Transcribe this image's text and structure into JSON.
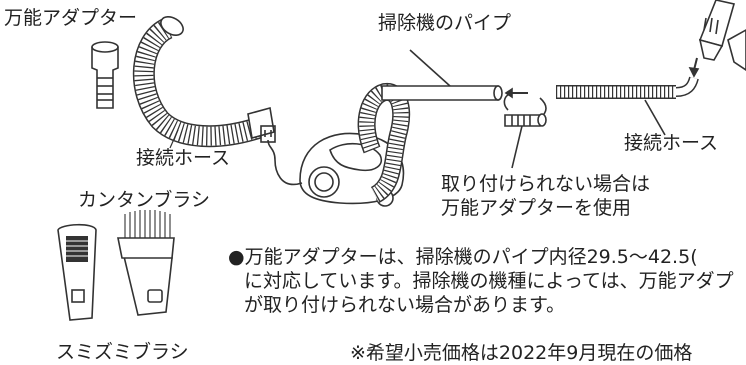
{
  "labels": {
    "universal_adapter": "万能アダプター",
    "hose_left": "接続ホース",
    "vacuum_pipe": "掃除機のパイプ",
    "hose_right": "接続ホース",
    "if_cannot_attach_line1": "取り付けられない場合は",
    "if_cannot_attach_line2": "万能アダプターを使用",
    "kantan_brush": "カンタンブラシ",
    "sumizumi_brush": "スミズミブラシ"
  },
  "notes": {
    "compat_line1": "●万能アダプターは、掃除機のパイプ内径29.5〜42.5(",
    "compat_line2": "に対応しています。掃除機の機種によっては、万能アダプ",
    "compat_line3": "が取り付けられない場合があります。",
    "price_note": "※希望小売価格は2022年9月現在の価格"
  },
  "colors": {
    "line": "#333333",
    "text": "#222222"
  }
}
